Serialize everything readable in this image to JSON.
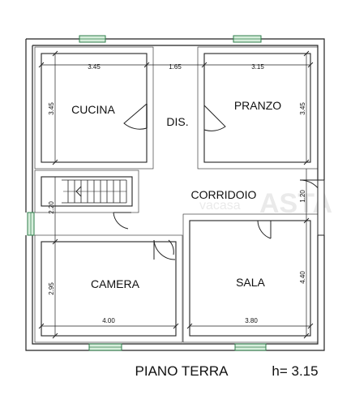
{
  "plan": {
    "title": "PIANO TERRA",
    "height_label": "h= 3.15",
    "rooms": {
      "kitchen": "CUCINA",
      "dis": "DIS.",
      "dining": "PRANZO",
      "corridor": "CORRIDOIO",
      "bedroom": "CAMERA",
      "living": "SALA"
    },
    "dimensions": {
      "kitchen_width": "3.45",
      "dis_width": "1.65",
      "dining_width": "3.15",
      "kitchen_height": "3.45",
      "dining_height": "3.45",
      "stair_height": "2.20",
      "corridor_height": "1.20",
      "bedroom_height": "2.95",
      "living_height": "4.40",
      "bedroom_width": "4.00",
      "living_width": "3.80"
    },
    "watermark": "ASTA"
  }
}
